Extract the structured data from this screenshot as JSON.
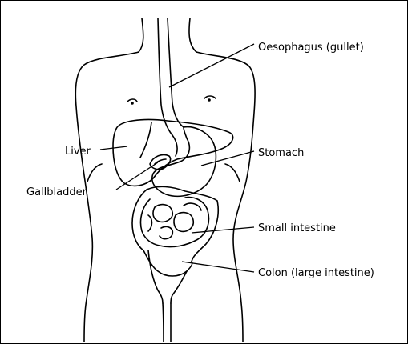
{
  "labels": {
    "oesophagus": "Oesophagus (gullet)",
    "liver": "Liver",
    "stomach": "Stomach",
    "gallbladder": "Gallbladder",
    "small_intestine": "Small intestine",
    "colon": "Colon (large intestine)"
  },
  "colors": {
    "line": "#000000",
    "background": "#ffffff"
  }
}
